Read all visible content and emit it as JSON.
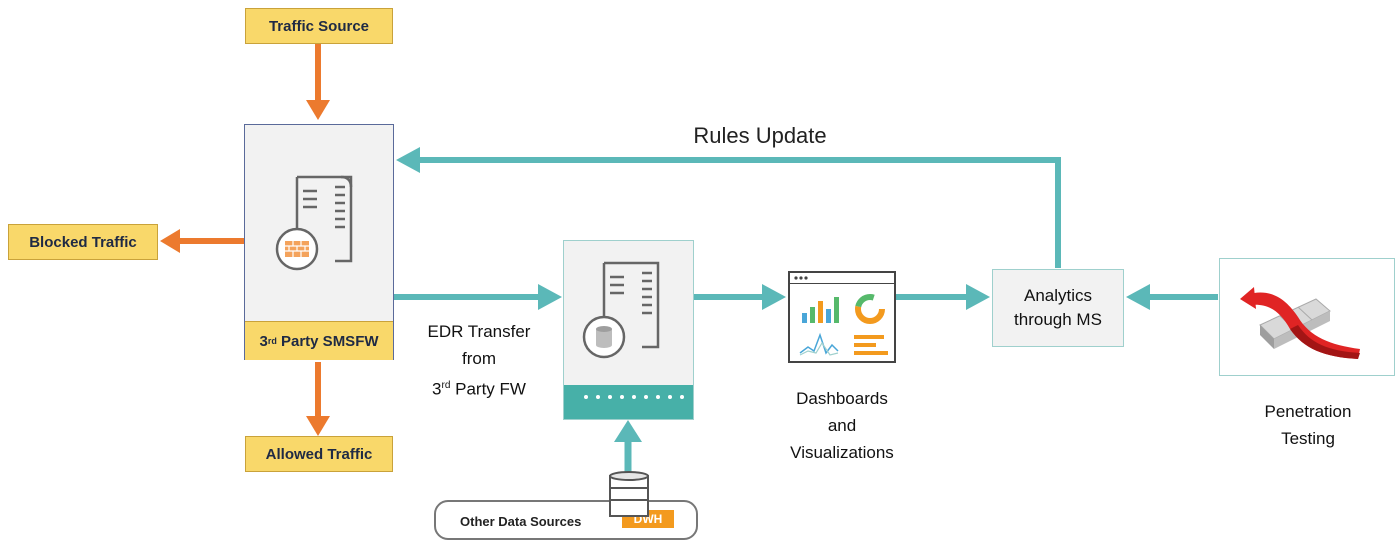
{
  "nodes": {
    "traffic_source": "Traffic Source",
    "blocked_traffic": "Blocked Traffic",
    "allowed_traffic": "Allowed Traffic",
    "firewall": {
      "label_main": "3",
      "label_sup": "rd",
      "label_rest": " Party SMSFW"
    },
    "edr_transfer": {
      "line1": "EDR Transfer",
      "line2": "from",
      "line3_main": "3",
      "line3_sup": "rd",
      "line3_rest": " Party FW"
    },
    "dashboards": {
      "line1": "Dashboards",
      "line2": "and",
      "line3": "Visualizations"
    },
    "analytics": {
      "line1": "Analytics",
      "line2": "through MS"
    },
    "penetration": {
      "line1": "Penetration",
      "line2": "Testing"
    },
    "other_sources": "Other Data Sources",
    "dwh": "DWH"
  },
  "flow_labels": {
    "rules_update": "Rules Update"
  },
  "colors": {
    "orange_arrow": "#ec7a2e",
    "teal_arrow": "#5bb8b8",
    "label_fill": "#f9d86a",
    "panel_fill": "#f2f2f2",
    "teal_band": "#47b0a8",
    "dwh_fill": "#f39a1e"
  }
}
